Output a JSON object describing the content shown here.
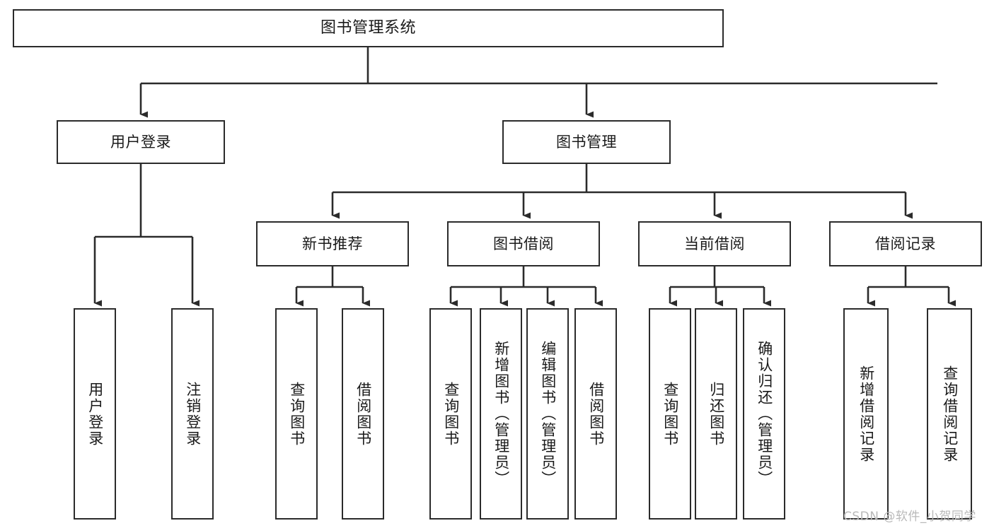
{
  "diagram": {
    "title": "图书管理系统",
    "type": "tree-hierarchy-chart",
    "watermark": "CSDN @软件_小贺同学",
    "colors": {
      "box_border": "#2b2b2b",
      "box_fill": "#ffffff",
      "connector": "#2b2b2b",
      "text": "#1a1a1a",
      "watermark": "#b9b9b9",
      "background": "#ffffff"
    },
    "nodes": {
      "root": {
        "label": "图书管理系统"
      },
      "level2": [
        {
          "id": "user-login",
          "label": "用户登录"
        },
        {
          "id": "book-management",
          "label": "图书管理"
        }
      ],
      "level3": [
        {
          "id": "new-book-recommend",
          "label": "新书推荐"
        },
        {
          "id": "book-borrow",
          "label": "图书借阅"
        },
        {
          "id": "current-borrow",
          "label": "当前借阅"
        },
        {
          "id": "borrow-record",
          "label": "借阅记录"
        }
      ],
      "leaves": {
        "user-login": [
          {
            "id": "leaf-user-login",
            "label": "用户登录"
          },
          {
            "id": "leaf-logout-login",
            "label": "注销登录"
          }
        ],
        "new-book-recommend": [
          {
            "id": "leaf-query-book-1",
            "label": "查询图书"
          },
          {
            "id": "leaf-borrow-book-1",
            "label": "借阅图书"
          }
        ],
        "book-borrow": [
          {
            "id": "leaf-query-book-2",
            "label": "查询图书"
          },
          {
            "id": "leaf-add-book",
            "label": "新增图书（管理员）"
          },
          {
            "id": "leaf-edit-book",
            "label": "编辑图书（管理员）"
          },
          {
            "id": "leaf-borrow-book-2",
            "label": "借阅图书"
          }
        ],
        "current-borrow": [
          {
            "id": "leaf-query-book-3",
            "label": "查询图书"
          },
          {
            "id": "leaf-return-book",
            "label": "归还图书"
          },
          {
            "id": "leaf-confirm-return",
            "label": "确认归还（管理员）"
          }
        ],
        "borrow-record": [
          {
            "id": "leaf-add-record",
            "label": "新增借阅记录"
          },
          {
            "id": "leaf-query-record",
            "label": "查询借阅记录"
          }
        ]
      }
    }
  }
}
